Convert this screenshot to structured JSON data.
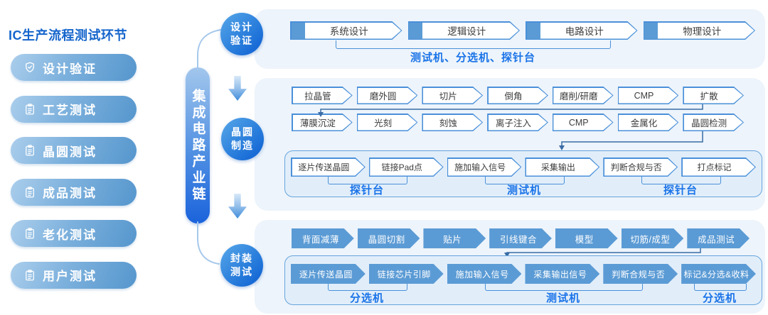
{
  "sidebar": {
    "title": "IC生产流程测试环节",
    "items": [
      {
        "label": "设计验证",
        "icon": "shield-check-icon"
      },
      {
        "label": "工艺测试",
        "icon": "clipboard-icon"
      },
      {
        "label": "晶圆测试",
        "icon": "clipboard-icon"
      },
      {
        "label": "成品测试",
        "icon": "clipboard-icon"
      },
      {
        "label": "老化测试",
        "icon": "clipboard-icon"
      },
      {
        "label": "用户测试",
        "icon": "clipboard-icon"
      }
    ]
  },
  "chain": {
    "label": "集成电路产业链",
    "stages": [
      {
        "lines": [
          "设计",
          "验证"
        ]
      },
      {
        "lines": [
          "晶圆",
          "制造"
        ]
      },
      {
        "lines": [
          "封装",
          "测试"
        ]
      }
    ]
  },
  "sections": [
    {
      "name": "design-verification",
      "steps": [
        "系统设计",
        "逻辑设计",
        "电路设计",
        "物理设计"
      ],
      "equipment_label": "测试机、分选机、探针台"
    },
    {
      "name": "wafer-fabrication",
      "row1": [
        "拉晶管",
        "磨外圆",
        "切片",
        "倒角",
        "磨削/研磨",
        "CMP",
        "扩散"
      ],
      "row2": [
        "薄膜沉淀",
        "光刻",
        "刻蚀",
        "离子注入",
        "CMP",
        "金属化",
        "晶圆检测"
      ],
      "test_steps": [
        "逐片传送晶圆",
        "链接Pad点",
        "施加输入信号",
        "采集输出",
        "判断合规与否",
        "打点标记"
      ],
      "equipment": [
        "探针台",
        "测试机",
        "探针台"
      ]
    },
    {
      "name": "package-testing",
      "row1": [
        "背面减薄",
        "晶圆切割",
        "贴片",
        "引线键合",
        "模型",
        "切筋/成型",
        "成品测试"
      ],
      "test_steps": [
        "逐片传送晶圆",
        "链接芯片引脚",
        "施加输入信号",
        "采集输出信号",
        "判断合规与否",
        "标记&分选&收料"
      ],
      "equipment": [
        "分选机",
        "测试机",
        "分选机"
      ]
    }
  ],
  "colors": {
    "title_blue": "#1565cc",
    "equipment_blue": "#1a73e8",
    "chevron_fill": "#5b9bd5",
    "chevron_outline": "#4a90d9",
    "card_bg": "#edf4fb",
    "deep_blue": "#0c5ed2"
  }
}
